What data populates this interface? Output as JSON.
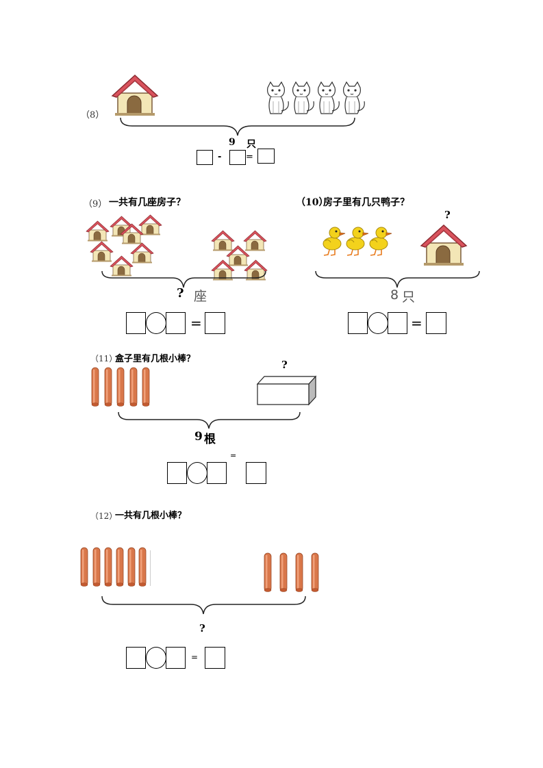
{
  "p8": {
    "num": "（8）",
    "total": "9",
    "unit": "只",
    "op1": "-",
    "eq": "="
  },
  "p9": {
    "num": "（9）",
    "question": "一共有几座房子？",
    "ask": "?",
    "unit": "座",
    "eq": "="
  },
  "p10": {
    "num": "（10）",
    "question": "房子里有几只鸭子？",
    "ask": "?",
    "total": "8",
    "unit": "只",
    "eq": "="
  },
  "p11": {
    "num": "（11）",
    "question": "盒子里有几根小棒？",
    "ask": "?",
    "total": "9",
    "unit": "根",
    "eq": "="
  },
  "p12": {
    "num": "（12）",
    "question": "一共有几根小棒？",
    "ask": "?",
    "eq": "="
  },
  "colors": {
    "roof": "#d9535d",
    "wall": "#f3e6b6",
    "stick": "#d9774a",
    "duck": "#f3d21c"
  },
  "icons": [
    "house-icon",
    "cat-icon",
    "duck-icon",
    "stick-icon",
    "box-icon",
    "brace-icon"
  ]
}
